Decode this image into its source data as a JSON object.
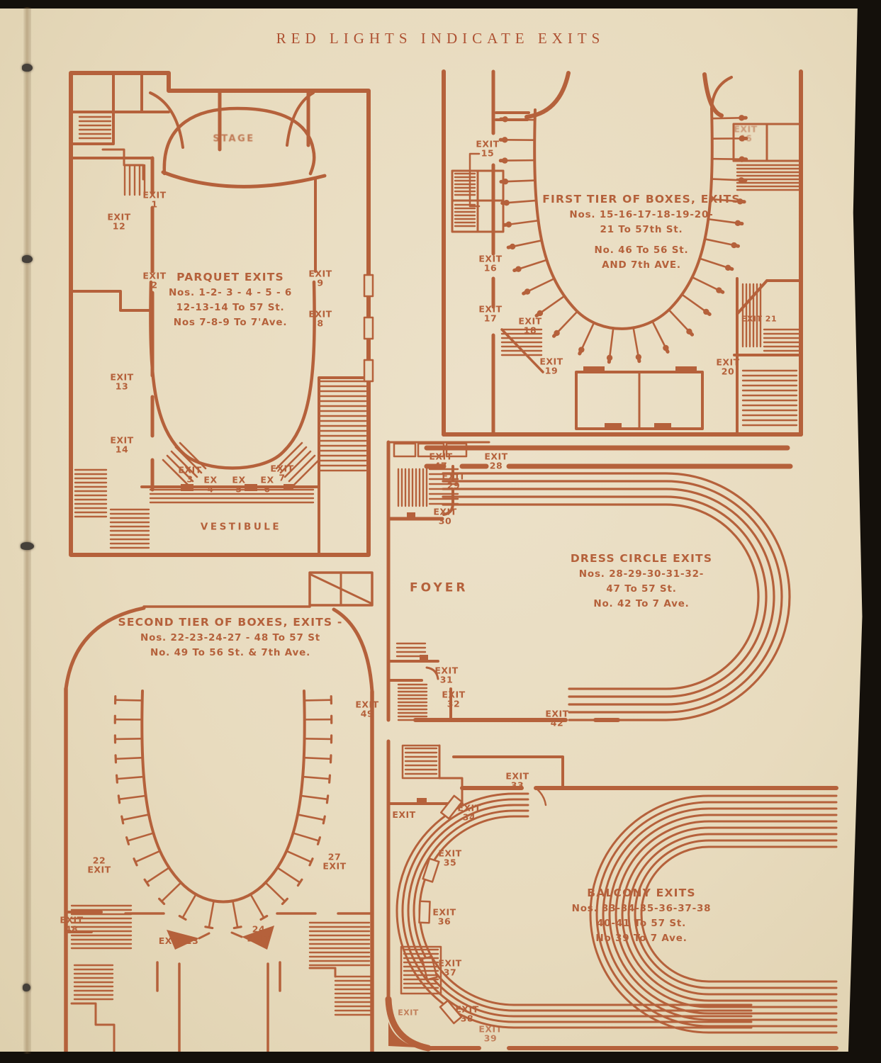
{
  "page": {
    "header": "RED LIGHTS INDICATE EXITS"
  },
  "colors": {
    "ink": "#b5613b",
    "paper": "#e9dcc1",
    "edge": "#14100b"
  },
  "panels": {
    "parquet": {
      "stage": "STAGE",
      "vestibule": "VESTIBULE",
      "note": [
        "PARQUET EXITS",
        "Nos. 1-2- 3 - 4 - 5 - 6",
        "12-13-14 To 57 St.",
        "Nos 7-8-9 To 7'Ave."
      ],
      "exits": {
        "e1": "EXIT 1",
        "e2": "EXIT 2",
        "e3": "EXIT 3",
        "e4": "EX 4",
        "e5": "EX 5",
        "e6": "EX 6",
        "e7": "EXIT 7",
        "e8": "EXIT 8",
        "e9": "EXIT 9",
        "e12": "EXIT 12",
        "e13": "EXIT 13",
        "e14": "EXIT 14"
      }
    },
    "first_tier": {
      "note": [
        "FIRST TIER OF BOXES, EXITS",
        "Nos. 15-16-17-18-19-20-",
        "21 To 57th St.",
        "No. 46 To 56 St.",
        "AND 7th AVE."
      ],
      "exits": {
        "e15": "EXIT 15",
        "e16": "EXIT 16",
        "e17": "EXIT 17",
        "e18": "EXIT 18",
        "e19": "EXIT 19",
        "e20": "EXIT 20",
        "e21": "EXIT 21",
        "e46": "EXIT 46"
      }
    },
    "dress_circle": {
      "foyer": "FOYER",
      "note": [
        "DRESS CIRCLE EXITS",
        "Nos. 28-29-30-31-32-",
        "47 To 57 St.",
        "No. 42 To 7 Ave."
      ],
      "exits": {
        "e28": "EXIT 28",
        "e29": "EXIT 29",
        "e30": "EXIT 30",
        "e31": "EXIT 31",
        "e32": "EXIT 32",
        "e42": "EXIT 42",
        "e47": "EXIT 47"
      }
    },
    "second_tier": {
      "note": [
        "SECOND TIER OF BOXES, EXITS -",
        "Nos. 22-23-24-27 - 48 To 57 St",
        "No. 49 To 56 St. & 7th Ave."
      ],
      "exits": {
        "e22": "22 EXIT",
        "e23": "EXIT 23",
        "e24": "24 EXIT",
        "e27": "27 EXIT",
        "e48": "EXIT 48",
        "e49": "EXIT 49"
      }
    },
    "balcony": {
      "note": [
        "BALCONY EXITS",
        "Nos. 33-34-35-36-37-38",
        "40-41 To 57 St.",
        "No 39 To 7 Ave."
      ],
      "exits": {
        "e33": "EXIT 33",
        "e34": "EXIT 34",
        "e35": "EXIT 35",
        "e36": "EXIT 36",
        "e37": "EXIT 37",
        "e38": "EXIT 38",
        "e39": "EXIT 39",
        "left": "EXIT",
        "bottom": "EXIT"
      }
    }
  }
}
